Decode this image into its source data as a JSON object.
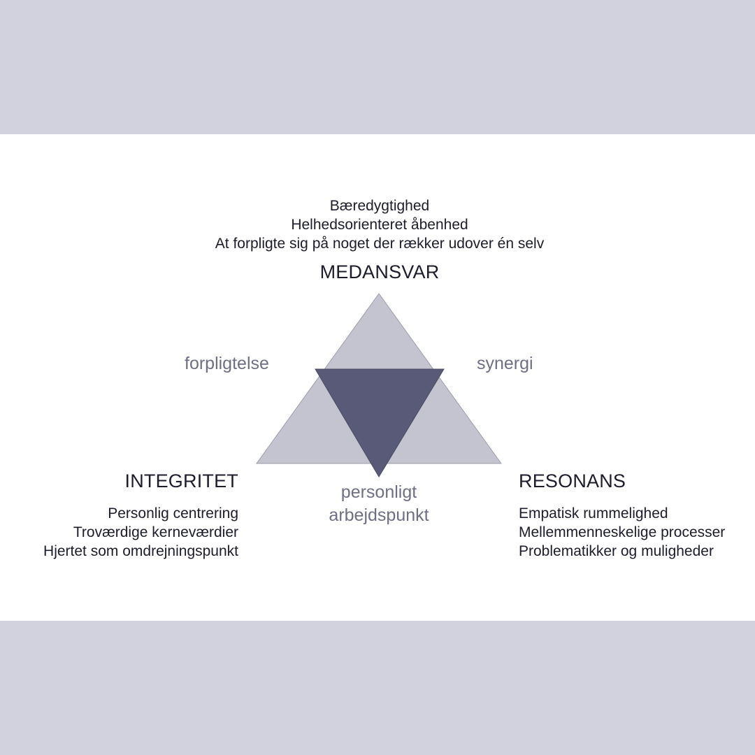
{
  "top": {
    "lines": [
      "Bæredygtighed",
      "Helhedsorienteret åbenhed",
      "At forpligte sig på noget der rækker udover én selv"
    ],
    "heading": "MEDANSVAR"
  },
  "left": {
    "heading": "INTEGRITET",
    "lines": [
      "Personlig centrering",
      "Troværdige kerneværdier",
      "Hjertet som omdrejningspunkt"
    ]
  },
  "right": {
    "heading": "RESONANS",
    "lines": [
      "Empatisk rummelighed",
      "Mellemmenneskelige processer",
      "Problematikker og muligheder"
    ]
  },
  "edges": {
    "left": "forpligtelse",
    "right": "synergi",
    "bottom": [
      "personligt",
      "arbejdspunkt"
    ]
  },
  "colors": {
    "band": "#d2d2df",
    "outer_triangle": "#c3c4cf",
    "inner_triangle": "#585a77",
    "edge_label": "#6e6f85",
    "text": "#1c1c2c"
  }
}
